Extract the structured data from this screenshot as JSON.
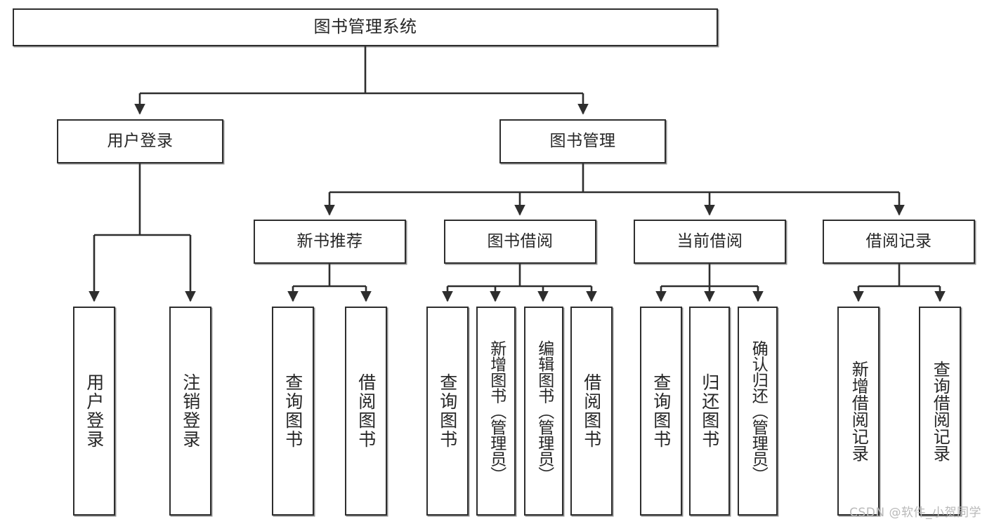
{
  "diagram": {
    "title": "图书管理系统",
    "type": "tree",
    "watermark": "CSDN @软件_小贺同学",
    "colors": {
      "box_border": "#2e2e2e",
      "box_fill": "#ffffff",
      "edge": "#2e2e2e",
      "text": "#262626",
      "watermark": "#b9b9b9"
    },
    "nodes": {
      "root": {
        "label": "图书管理系统"
      },
      "level2": [
        {
          "id": "user_login",
          "label": "用户登录"
        },
        {
          "id": "book_manage",
          "label": "图书管理"
        }
      ],
      "level3": [
        {
          "id": "new_book_rec",
          "label": "新书推荐"
        },
        {
          "id": "book_borrow",
          "label": "图书借阅"
        },
        {
          "id": "current_borrow",
          "label": "当前借阅"
        },
        {
          "id": "borrow_record",
          "label": "借阅记录"
        }
      ],
      "leaves": {
        "user_login": [
          {
            "id": "leaf_user_login",
            "label": "用户登录"
          },
          {
            "id": "leaf_logout",
            "label": "注销登录"
          }
        ],
        "new_book_rec": [
          {
            "id": "leaf_query_book_1",
            "label": "查询图书"
          },
          {
            "id": "leaf_borrow_book_1",
            "label": "借阅图书"
          }
        ],
        "book_borrow": [
          {
            "id": "leaf_query_book_2",
            "label": "查询图书"
          },
          {
            "id": "leaf_add_book",
            "label": "新增图书（管理员）"
          },
          {
            "id": "leaf_edit_book",
            "label": "编辑图书（管理员）"
          },
          {
            "id": "leaf_borrow_book_2",
            "label": "借阅图书"
          }
        ],
        "current_borrow": [
          {
            "id": "leaf_query_book_3",
            "label": "查询图书"
          },
          {
            "id": "leaf_return_book",
            "label": "归还图书"
          },
          {
            "id": "leaf_confirm_return",
            "label": "确认归还（管理员）"
          }
        ],
        "borrow_record": [
          {
            "id": "leaf_add_record",
            "label": "新增借阅记录"
          },
          {
            "id": "leaf_query_record",
            "label": "查询借阅记录"
          }
        ]
      }
    }
  }
}
